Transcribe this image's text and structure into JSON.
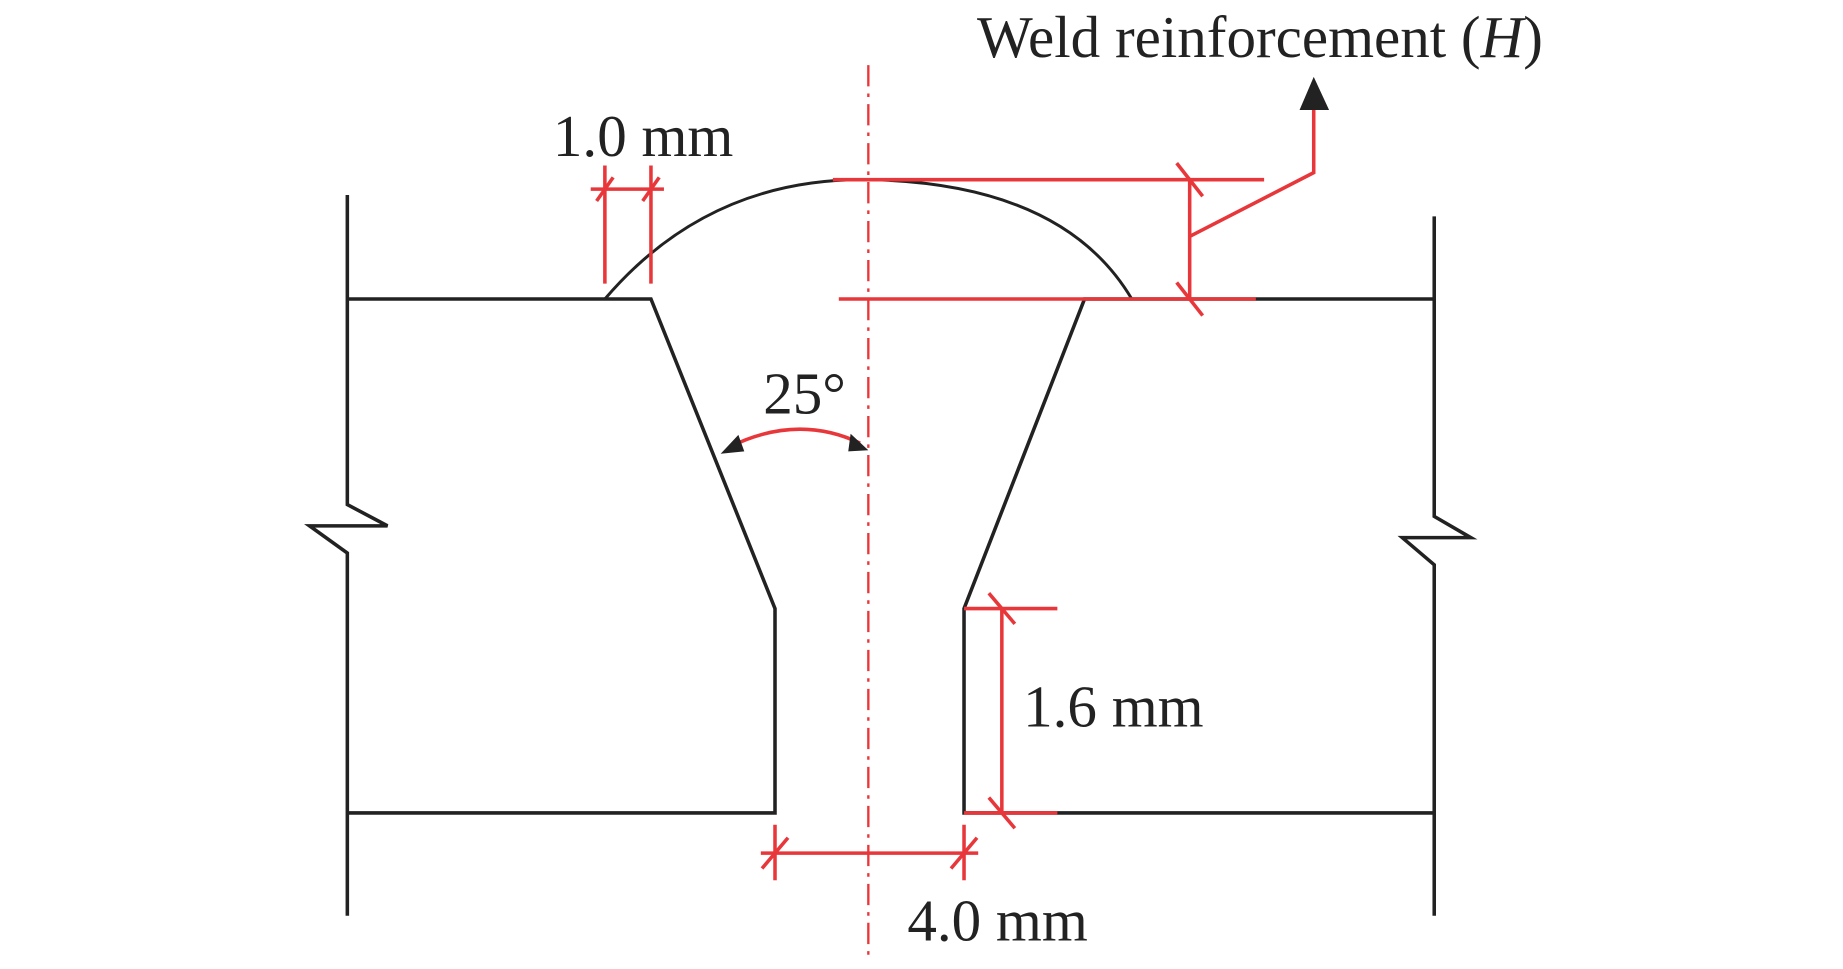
{
  "labels": {
    "weld_reinforcement": "Weld reinforcement (",
    "weld_reinforcement_symbol": "H",
    "weld_reinforcement_close": ")",
    "root_face_offset": "1.0 mm",
    "groove_angle": "25°",
    "root_face_height": "1.6 mm",
    "root_gap": "4.0 mm"
  },
  "colors": {
    "line": "#222222",
    "dimension": "#e8373a"
  }
}
